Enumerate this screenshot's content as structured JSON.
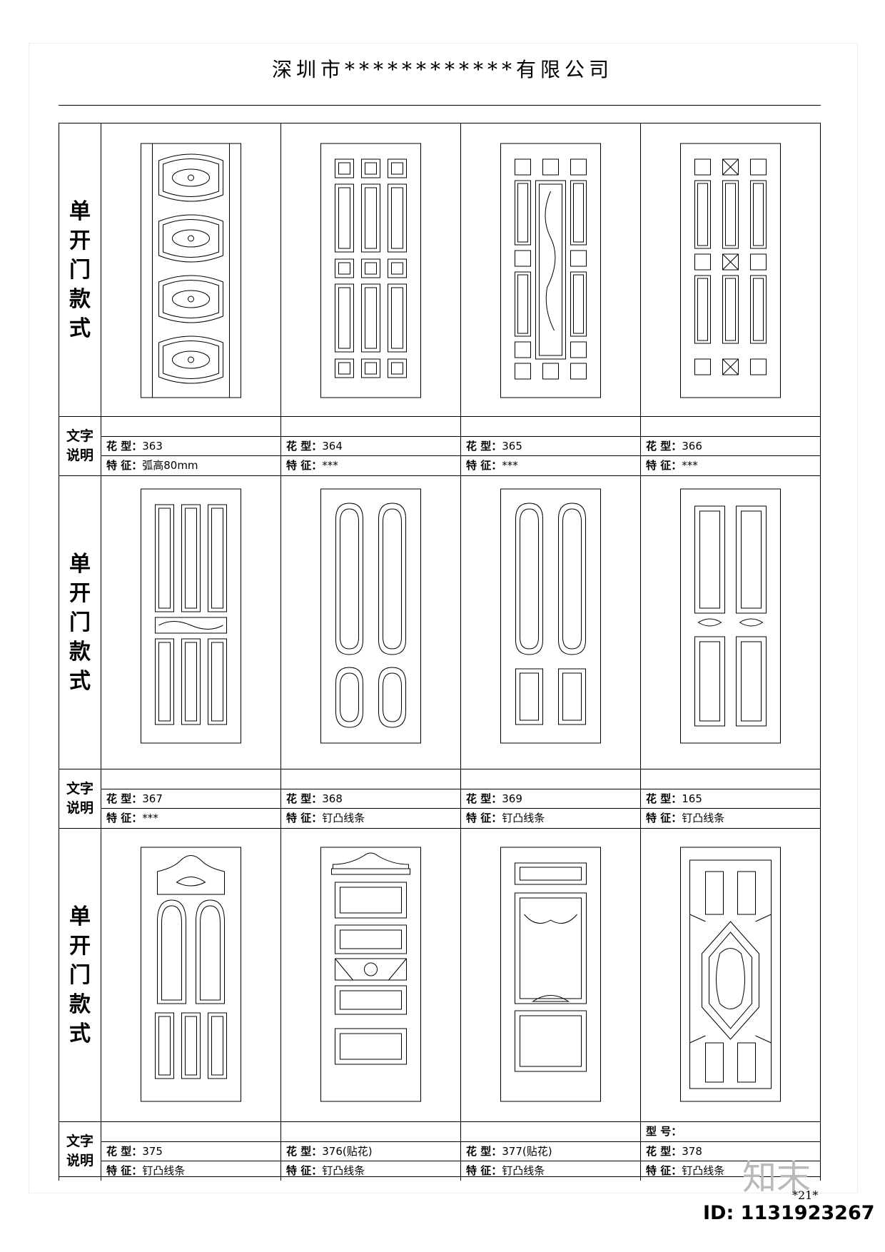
{
  "header": {
    "title": "深圳市************有限公司"
  },
  "row_label": "单开门款式",
  "text_label": "文字说明",
  "sections": [
    {
      "cells": [
        {
          "line0": "",
          "line1_key": "花  型：",
          "line1_val": "363",
          "line2_key": "特  征：",
          "line2_val": "弧高80mm"
        },
        {
          "line0": "",
          "line1_key": "花  型：",
          "line1_val": "364",
          "line2_key": "特  征：",
          "line2_val": "***"
        },
        {
          "line0": "",
          "line1_key": "花  型：",
          "line1_val": "365",
          "line2_key": "特  征：",
          "line2_val": "***"
        },
        {
          "line0": "",
          "line1_key": "花  型：",
          "line1_val": "366",
          "line2_key": "特  征：",
          "line2_val": "***"
        }
      ]
    },
    {
      "cells": [
        {
          "line0": "",
          "line1_key": "花  型：",
          "line1_val": "367",
          "line2_key": "特  征：",
          "line2_val": "***"
        },
        {
          "line0": "",
          "line1_key": "花  型：",
          "line1_val": "368",
          "line2_key": "特  征：",
          "line2_val": "钉凸线条"
        },
        {
          "line0": "",
          "line1_key": "花  型：",
          "line1_val": "369",
          "line2_key": "特  征：",
          "line2_val": "钉凸线条"
        },
        {
          "line0": "",
          "line1_key": "花  型：",
          "line1_val": "165",
          "line2_key": "特  征：",
          "line2_val": "钉凸线条"
        }
      ]
    },
    {
      "cells": [
        {
          "line0": "",
          "line1_key": "花  型：",
          "line1_val": "375",
          "line2_key": "特  征：",
          "line2_val": "钉凸线条"
        },
        {
          "line0": "",
          "line1_key": "花  型：",
          "line1_val": "376(贴花)",
          "line2_key": "特  征：",
          "line2_val": "钉凸线条"
        },
        {
          "line0": "",
          "line1_key": "花  型：",
          "line1_val": "377(贴花)",
          "line2_key": "特  征：",
          "line2_val": "钉凸线条"
        },
        {
          "line0": "型  号：",
          "line1_key": "花  型：",
          "line1_val": "378",
          "line2_key": "特  征：",
          "line2_val": "钉凸线条"
        }
      ]
    }
  ],
  "page_number": "*21*",
  "watermark_logo": "知末",
  "id_tag": "ID: 1131923267"
}
